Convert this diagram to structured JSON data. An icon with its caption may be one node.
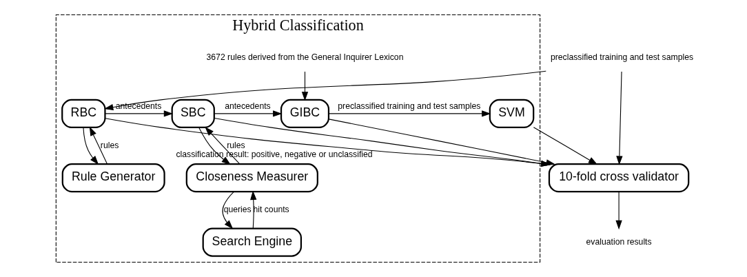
{
  "diagram": {
    "nodes": [
      {
        "text": [
          "Hybrid Classification"
        ]
      },
      {
        "text": [
          "RBC"
        ],
        "in": 0
      },
      {
        "text": [
          "SBC"
        ],
        "in": 0
      },
      {
        "text": [
          "GIBC"
        ],
        "in": 0
      },
      {
        "text": [
          "SVM"
        ],
        "in": 0
      },
      {
        "text": [
          "Rule Generator"
        ],
        "in": 0
      },
      {
        "text": [
          "Closeness Measurer"
        ],
        "in": 0
      },
      {
        "text": [
          "Search Engine"
        ],
        "in": 0
      },
      {
        "text": [
          "10-fold cross validator"
        ]
      },
      {
        "text": [
          "preclassified training and test samples"
        ]
      },
      {
        "text": [
          "3672 rules derived from the General Inquirer Lexicon"
        ],
        "in": 0
      },
      {
        "text": [
          "evaluation results"
        ]
      }
    ],
    "edges": [
      {
        "from": 1,
        "to": 8,
        "arrow": "to",
        "label": "classification result: positive, negative or unclassified"
      },
      {
        "from": 2,
        "to": 8,
        "arrow": "to"
      },
      {
        "from": 3,
        "to": 8,
        "arrow": "to"
      },
      {
        "from": 4,
        "to": 8,
        "arrow": "to"
      },
      {
        "from": 9,
        "to": 1,
        "arrow": "to"
      },
      {
        "from": 9,
        "to": 8,
        "arrow": "to"
      },
      {
        "from": 1,
        "to": 2,
        "arrow": "to",
        "label": "antecedents"
      },
      {
        "from": 2,
        "to": 3,
        "arrow": "to",
        "label": "antecedents"
      },
      {
        "from": 3,
        "to": 4,
        "arrow": "to",
        "label": "preclassified training and test samples"
      },
      {
        "from": 1,
        "to": 5,
        "arrow": "to"
      },
      {
        "from": 5,
        "to": 1,
        "arrow": "to",
        "label": "rules"
      },
      {
        "from": 2,
        "to": 6,
        "arrow": "to"
      },
      {
        "from": 6,
        "to": 2,
        "arrow": "to",
        "label": "rules"
      },
      {
        "from": 6,
        "to": 7,
        "arrow": "to",
        "label": "queries"
      },
      {
        "from": 7,
        "to": 6,
        "arrow": "to",
        "label": "hit counts"
      },
      {
        "from": 10,
        "to": 3,
        "arrow": "to"
      },
      {
        "from": 8,
        "to": 11,
        "arrow": "to"
      }
    ]
  }
}
